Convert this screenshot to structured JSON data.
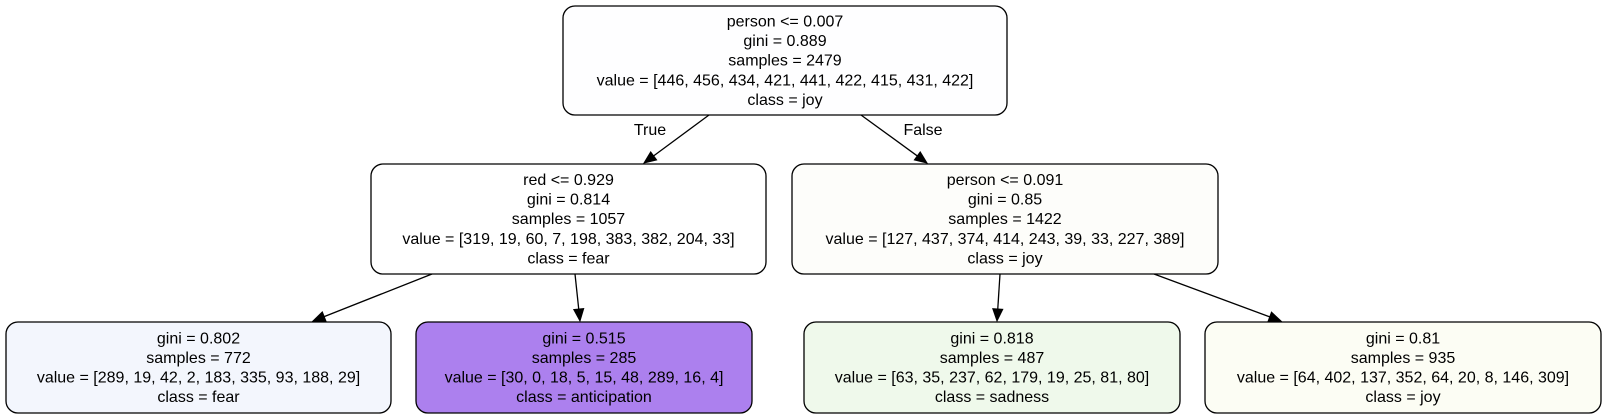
{
  "nodes": [
    {
      "id": "root",
      "fill": "#fefeff",
      "lines": [
        "person <= 0.007",
        "gini = 0.889",
        "samples = 2479",
        "value = [446, 456, 434, 421, 441, 422, 415, 431, 422]",
        "class = joy"
      ]
    },
    {
      "id": "n1",
      "fill": "#ffffff",
      "lines": [
        "red <= 0.929",
        "gini = 0.814",
        "samples = 1057",
        "value = [319, 19, 60, 7, 198, 383, 382, 204, 33]",
        "class = fear"
      ]
    },
    {
      "id": "n2",
      "fill": "#fdfdfa",
      "lines": [
        "person <= 0.091",
        "gini = 0.85",
        "samples = 1422",
        "value = [127, 437, 374, 414, 243, 39, 33, 227, 389]",
        "class = joy"
      ]
    },
    {
      "id": "n3",
      "fill": "#f3f6fd",
      "lines": [
        "gini = 0.802",
        "samples = 772",
        "value = [289, 19, 42, 2, 183, 335, 93, 188, 29]",
        "class = fear"
      ]
    },
    {
      "id": "n4",
      "fill": "#ac80ee",
      "lines": [
        "gini = 0.515",
        "samples = 285",
        "value = [30, 0, 18, 5, 15, 48, 289, 16, 4]",
        "class = anticipation"
      ]
    },
    {
      "id": "n5",
      "fill": "#eff9eb",
      "lines": [
        "gini = 0.818",
        "samples = 487",
        "value = [63, 35, 237, 62, 179, 19, 25, 81, 80]",
        "class = sadness"
      ]
    },
    {
      "id": "n6",
      "fill": "#fcfdf4",
      "lines": [
        "gini = 0.81",
        "samples = 935",
        "value = [64, 402, 137, 352, 64, 20, 8, 146, 309]",
        "class = joy"
      ]
    }
  ],
  "edges": [
    {
      "from": "root",
      "to": "n1",
      "label": "True"
    },
    {
      "from": "root",
      "to": "n2",
      "label": "False"
    },
    {
      "from": "n1",
      "to": "n3",
      "label": ""
    },
    {
      "from": "n1",
      "to": "n4",
      "label": ""
    },
    {
      "from": "n2",
      "to": "n5",
      "label": ""
    },
    {
      "from": "n2",
      "to": "n6",
      "label": ""
    }
  ]
}
